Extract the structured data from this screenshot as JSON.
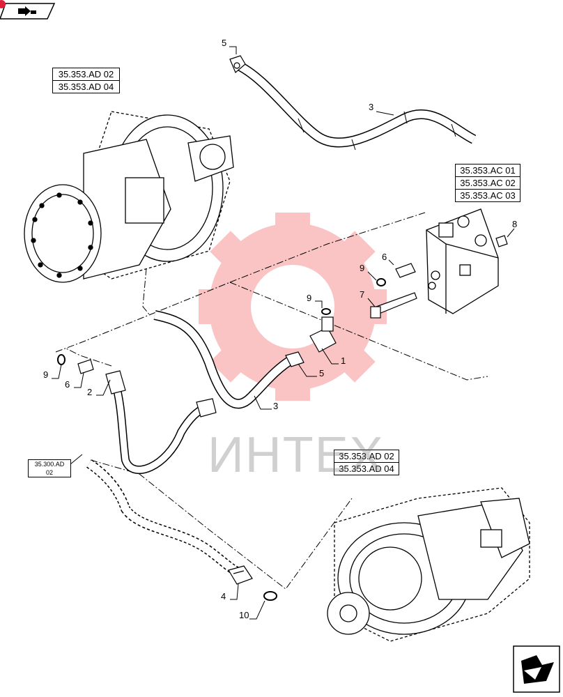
{
  "nav": {
    "prev_icon": "page-back-icon",
    "next_icon": "page-forward-icon"
  },
  "refs": {
    "motor_left": [
      "35.353.AD 02",
      "35.353.AD 04"
    ],
    "valve": [
      "35.353.AC 01",
      "35.353.AC 02",
      "35.353.AC 03"
    ],
    "motor_right": [
      "35.353.AD 02",
      "35.353.AD 04"
    ],
    "hose_ref": "35.300.AD 02"
  },
  "callouts": {
    "c5_top": "5",
    "c3_top": "3",
    "c8": "8",
    "c6_right": "6",
    "c9_right": "9",
    "c7": "7",
    "c9_mid": "9",
    "c1": "1",
    "c5_mid": "5",
    "c3_mid": "3",
    "c9_left": "9",
    "c6_left": "6",
    "c2": "2",
    "c4": "4",
    "c10": "10"
  },
  "watermark": "ИНТЕХ",
  "colors": {
    "line": "#000000",
    "watermark": "#f25a5a"
  }
}
